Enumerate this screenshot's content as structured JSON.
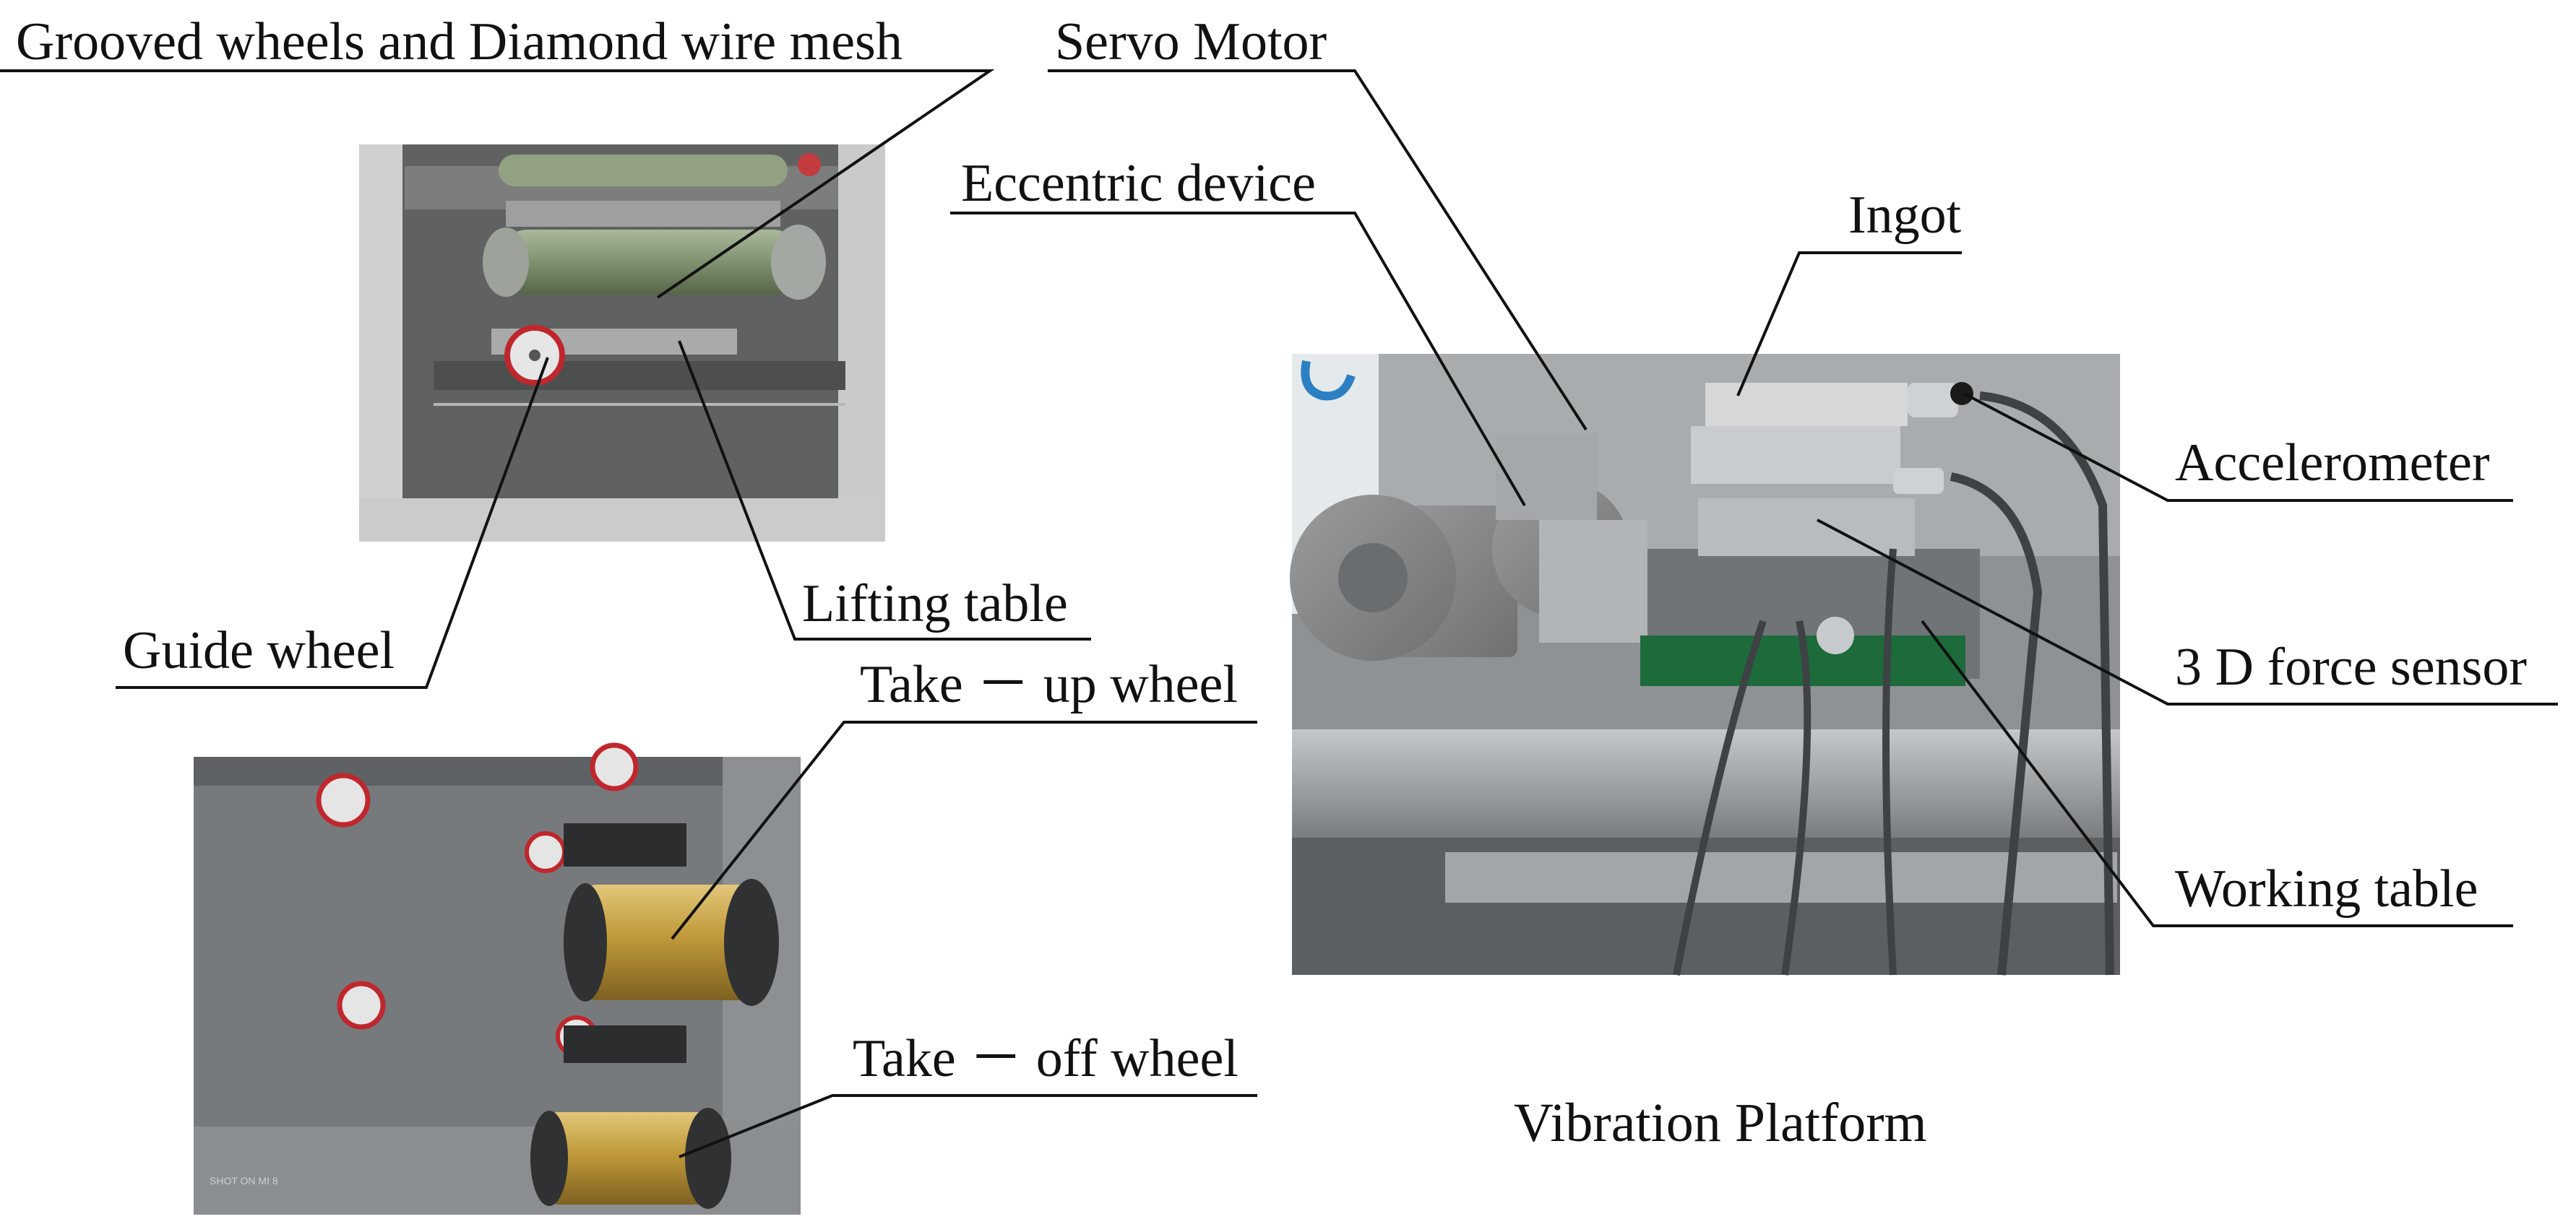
{
  "labels": {
    "grooved_wheels": "Grooved wheels and Diamond wire mesh",
    "servo_motor": "Servo Motor",
    "eccentric_device": "Eccentric device",
    "ingot": "Ingot",
    "accelerometer": "Accelerometer",
    "force_sensor": "3 D force sensor",
    "working_table": "Working table",
    "lifting_table": "Lifting table",
    "guide_wheel": "Guide wheel",
    "take_up_wheel": "Take － up wheel",
    "take_off_wheel": "Take － off wheel"
  },
  "caption": "Vibration Platform",
  "watermark": "SHOT ON MI 8"
}
